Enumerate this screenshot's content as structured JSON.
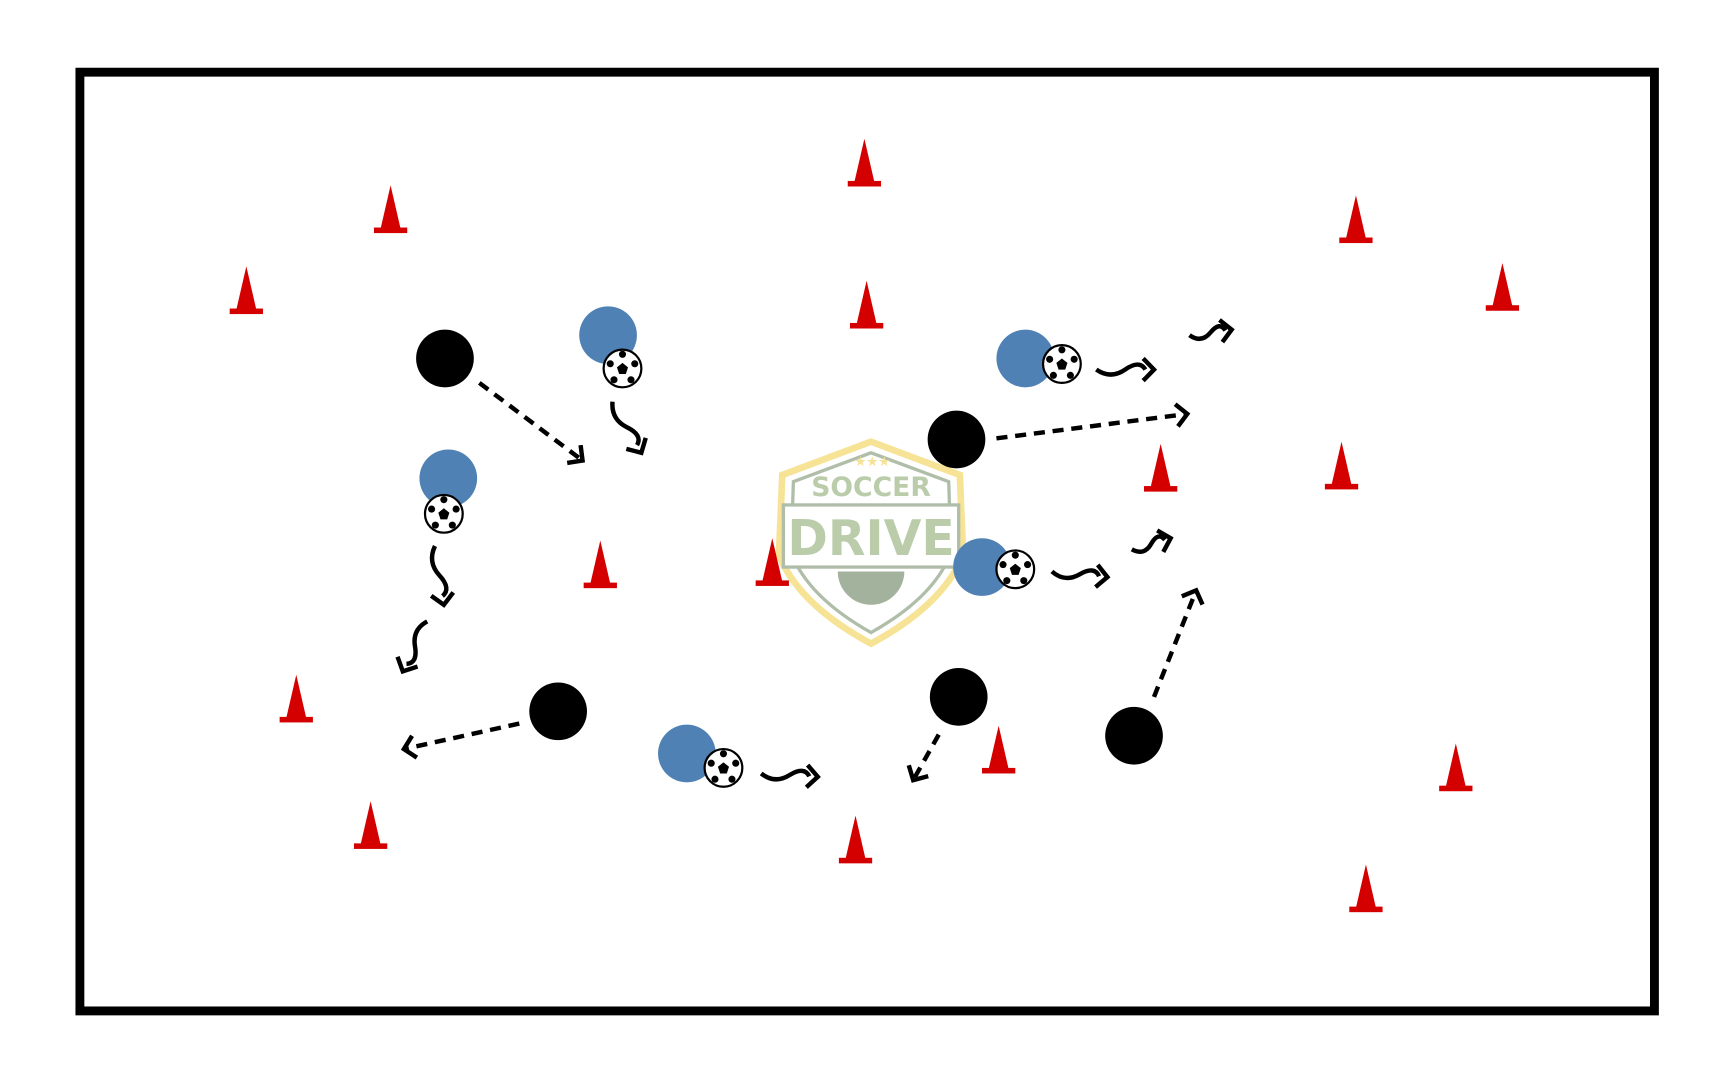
{
  "diagram": {
    "title": "Soccer dribbling drill field",
    "logo": {
      "line1": "SOCCER",
      "line2": "DRIVE"
    },
    "colors": {
      "field_border": "#000000",
      "cone": "#d40000",
      "attacker": "#4f81b5",
      "defender": "#000000",
      "logo_green": "#b3c7a0",
      "logo_gold": "#f7e08a"
    },
    "legend_counts": {
      "cones": 16,
      "attackers_with_ball": 5,
      "defenders": 5
    }
  }
}
